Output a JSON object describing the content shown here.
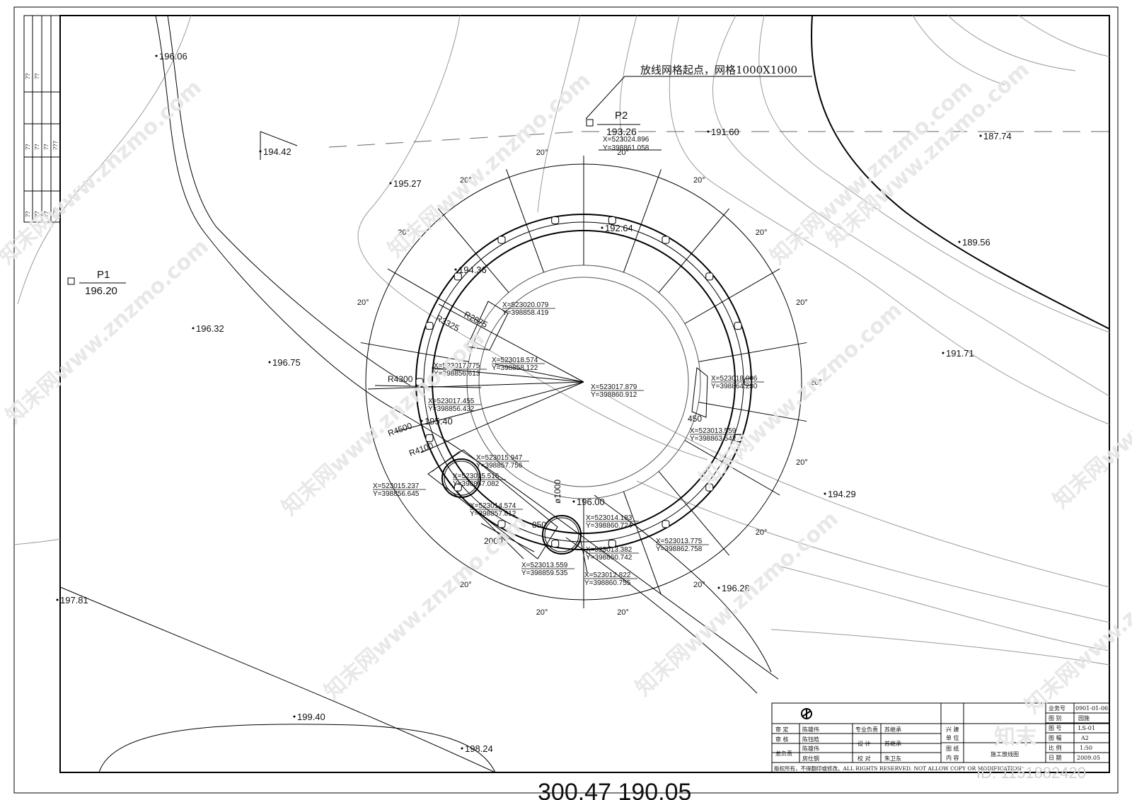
{
  "left_strip": [
    "??",
    "??",
    "??",
    "??",
    "??",
    "??",
    "???",
    "??",
    "??",
    "??",
    "???"
  ],
  "stakeout_note": "放线网格起点，网格1000X1000",
  "points": {
    "p1": {
      "name": "P1",
      "elev": "196.20"
    },
    "p2": {
      "name": "P2",
      "elev": "193.26",
      "x": "X=523024.896",
      "y": "Y=398861.058"
    }
  },
  "elevations": [
    "196.06",
    "194.42",
    "195.27",
    "191.60",
    "187.74",
    "192.64",
    "189.56",
    "194.36",
    "196.32",
    "196.75",
    "191.71",
    "195.40",
    "194.29",
    "196.00",
    "196.28",
    "197.81",
    "199.40",
    "198.24"
  ],
  "angle_label": "20°",
  "dims": [
    "R2875",
    "R3325",
    "R4300",
    "R4500",
    "R4100",
    "450",
    "ø1000",
    "850",
    "2000"
  ],
  "coords": [
    [
      "X=523020.079",
      "Y=398858.419"
    ],
    [
      "X=523018.574",
      "Y=398858.122"
    ],
    [
      "X=523017.775",
      "Y=398856.613"
    ],
    [
      "X=523017.879",
      "Y=398860.912"
    ],
    [
      "X=523018.096",
      "Y=398864.230"
    ],
    [
      "X=523017.455",
      "Y=398856.432"
    ],
    [
      "X=523013.559",
      "Y=398863.542"
    ],
    [
      "X=523015.947",
      "Y=398857.756"
    ],
    [
      "X=523015.516",
      "Y=398857.082"
    ],
    [
      "X=523015.237",
      "Y=398856.645"
    ],
    [
      "X=523014.574",
      "Y=398857.812"
    ],
    [
      "X=523014.183",
      "Y=398860.724"
    ],
    [
      "X=523013.775",
      "Y=398862.758"
    ],
    [
      "X=523013.382",
      "Y=398860.742"
    ],
    [
      "X=523013.559",
      "Y=398859.535"
    ],
    [
      "X=523012.822",
      "Y=398860.755"
    ]
  ],
  "title_block": {
    "roles": [
      "审 定",
      "审 核",
      "总负责"
    ],
    "people": [
      "陈雄伟",
      "陈钰皓",
      "陈雄伟",
      "房仕钢"
    ],
    "roles2": [
      "专业负责",
      "设 计",
      "校 对"
    ],
    "people2": [
      "苏继承",
      "苏继承",
      "朱卫东"
    ],
    "unit_labels": [
      "兴 建",
      "单 位",
      "图 纸",
      "内 容"
    ],
    "drawing_content": "施工放线图",
    "field_labels": [
      "业务号",
      "图 别",
      "图 号",
      "图 幅",
      "比 例",
      "日 期"
    ],
    "field_values": [
      "0901-01-06",
      "园施",
      "LS-01",
      "A2",
      "1:50",
      "2009.05"
    ],
    "copyright": "版权所有，不得翻印或修改。ALL RIGHTS RESERVED. NOT ALLOW COPY OR MODIFICATION"
  },
  "bottom_text": "300.47 190.05",
  "watermark_site": "知末网www.znzmo.com",
  "watermark_logo": "知末",
  "watermark_id": "ID: 1151882420"
}
